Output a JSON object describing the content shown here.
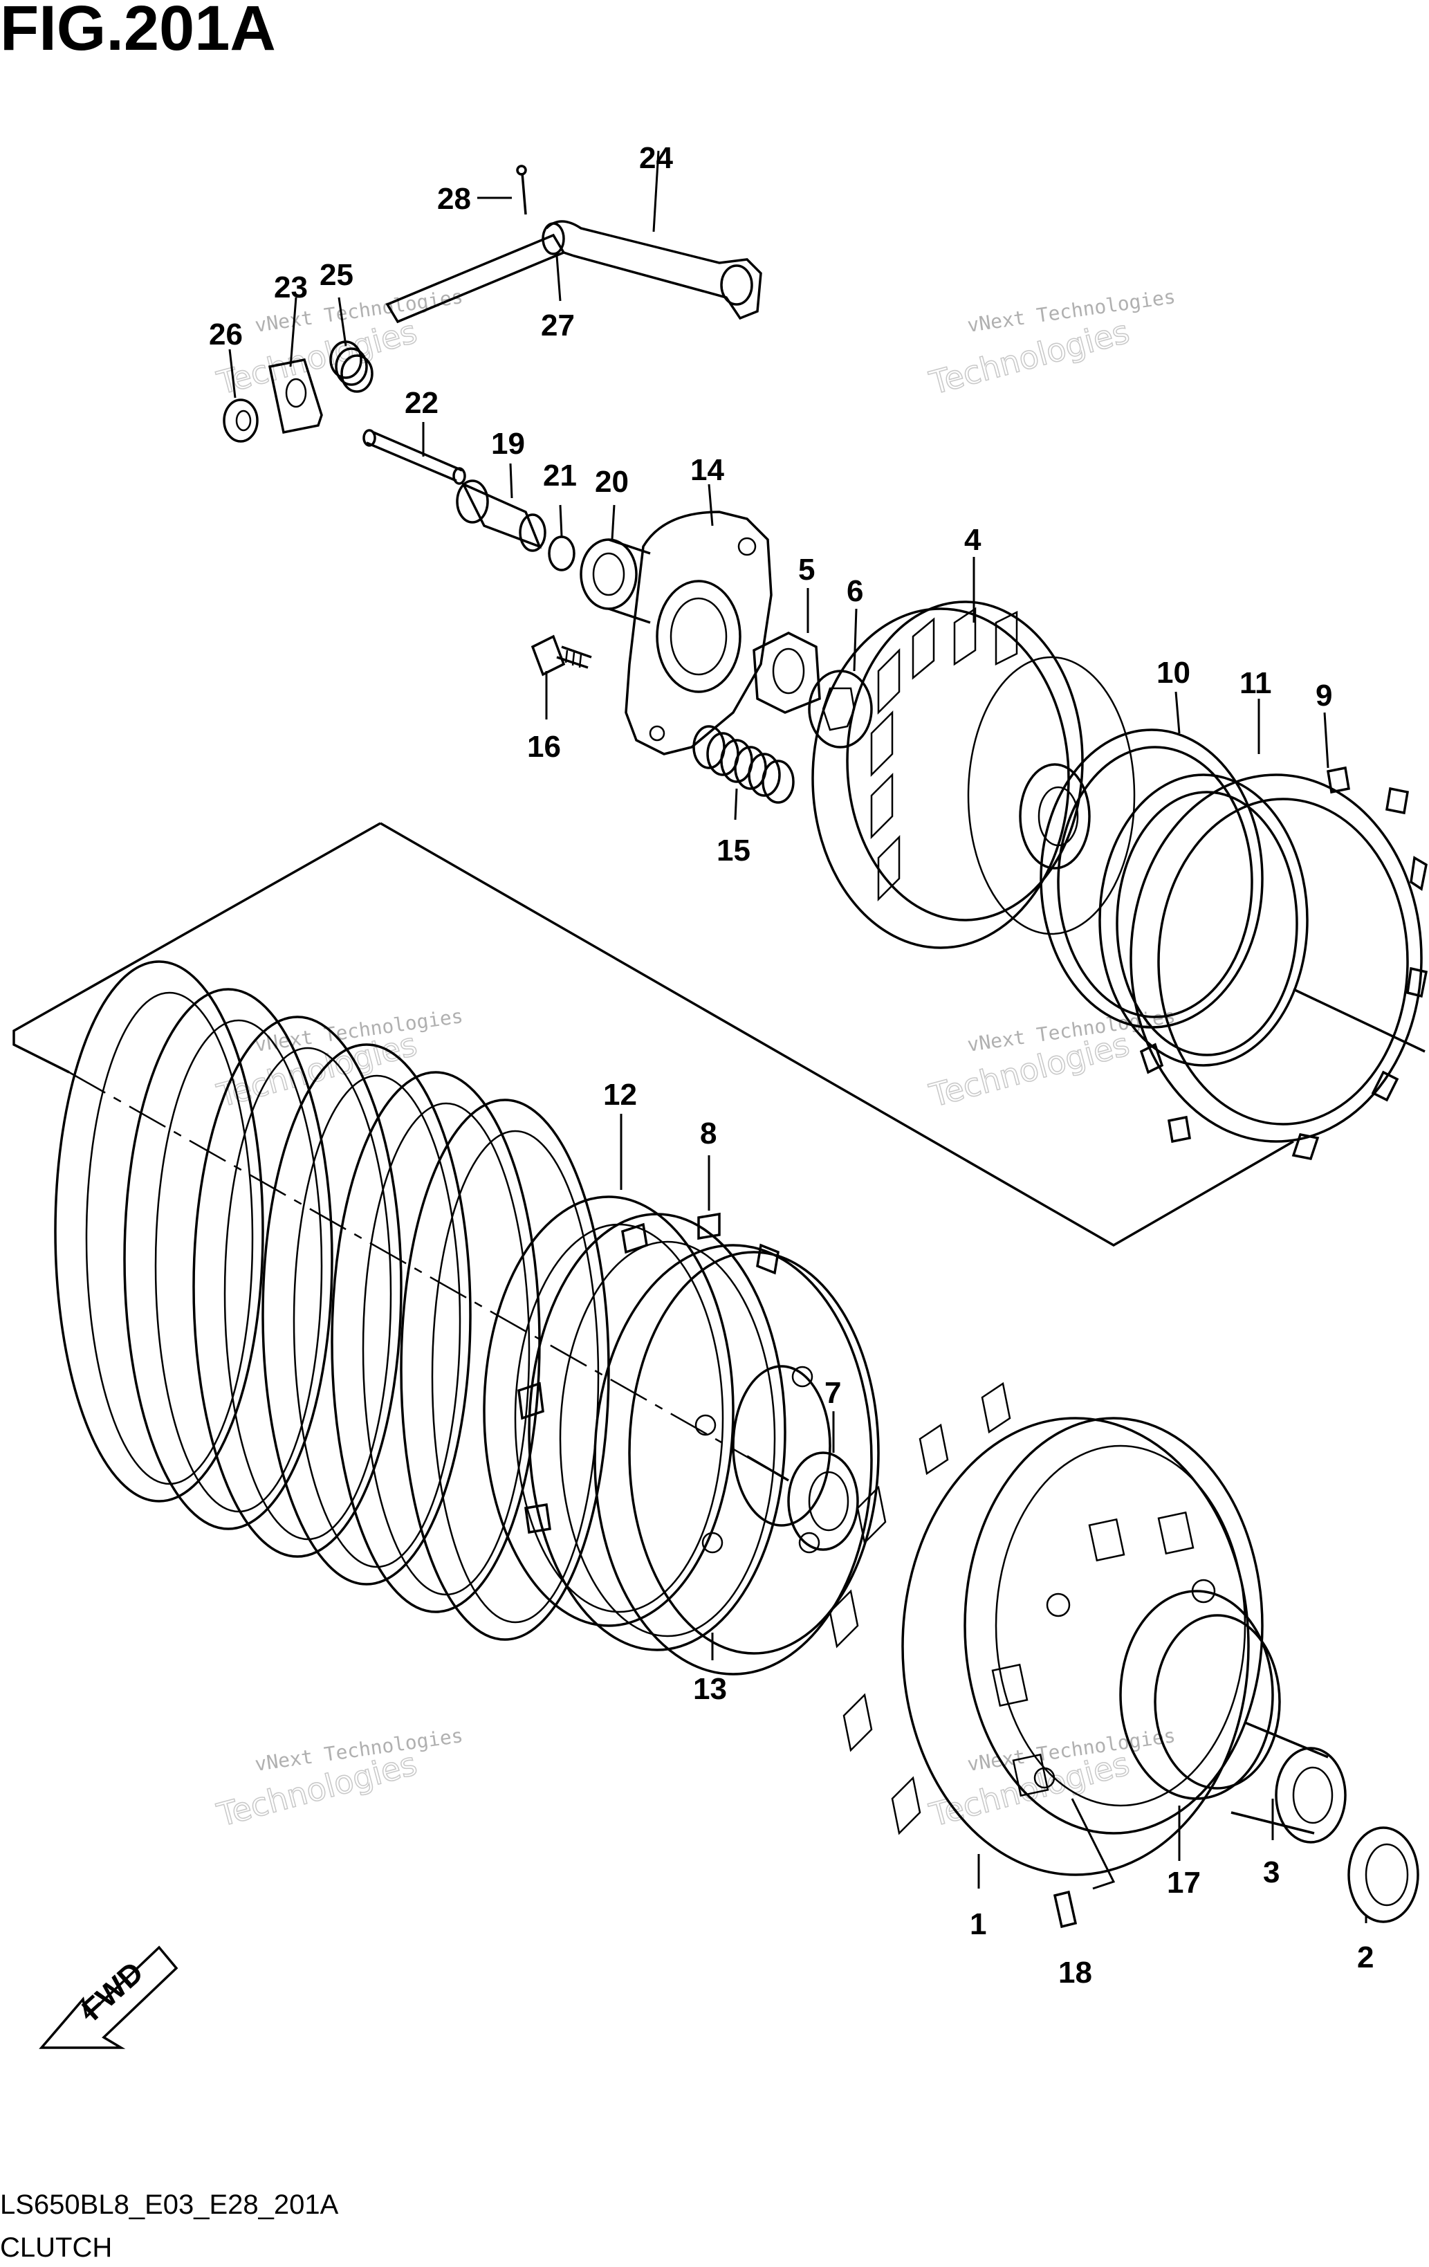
{
  "figure_title": "FIG.201A",
  "footer": {
    "code": "LS650BL8_E03_E28_201A",
    "name": "CLUTCH"
  },
  "fwd_label": "FWD",
  "watermark": {
    "line1": "vNext Technologies",
    "line2": "vNext",
    "line3": "Technologies"
  },
  "callouts": {
    "c1": "1",
    "c2": "2",
    "c3": "3",
    "c4": "4",
    "c5": "5",
    "c6": "6",
    "c7": "7",
    "c8": "8",
    "c9": "9",
    "c10": "10",
    "c11": "11",
    "c12": "12",
    "c13": "13",
    "c14": "14",
    "c15": "15",
    "c16": "16",
    "c17": "17",
    "c18": "18",
    "c19": "19",
    "c20": "20",
    "c21": "21",
    "c22": "22",
    "c23": "23",
    "c24": "24",
    "c25": "25",
    "c26": "26",
    "c27": "27",
    "c28": "28"
  }
}
